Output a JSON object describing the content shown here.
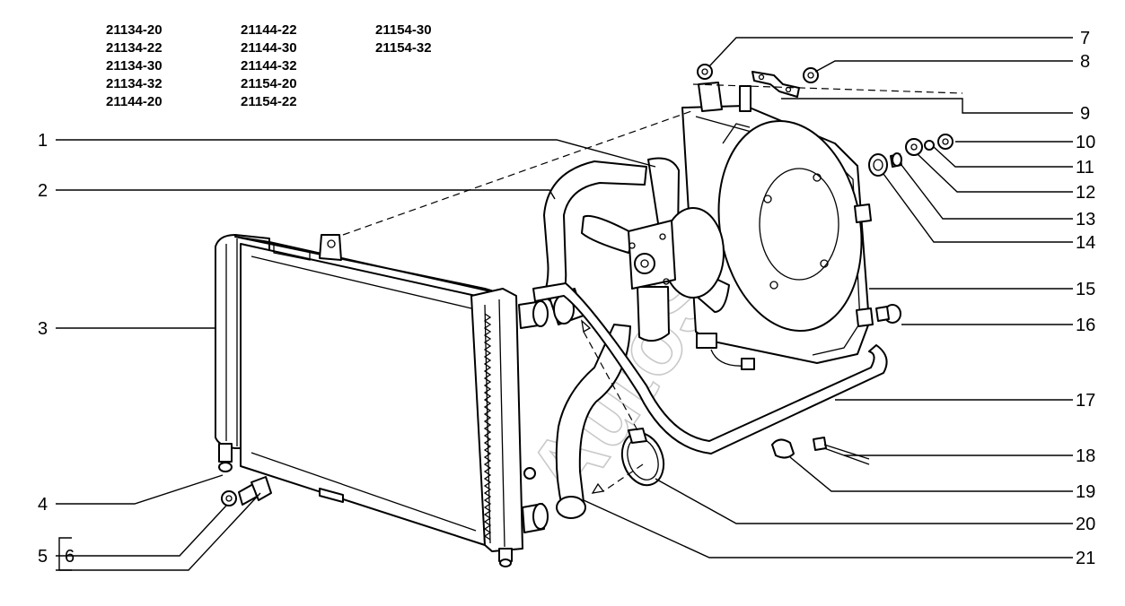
{
  "models": [
    "21134-20",
    "21134-22",
    "21134-30",
    "21134-32",
    "21144-20",
    "21144-22",
    "21144-30",
    "21144-32",
    "21154-20",
    "21154-22",
    "21154-30",
    "21154-32"
  ],
  "callouts": {
    "c1": "1",
    "c2": "2",
    "c3": "3",
    "c4": "4",
    "c5": "5",
    "c6": "6",
    "c7": "7",
    "c8": "8",
    "c9": "9",
    "c10": "10",
    "c11": "11",
    "c12": "12",
    "c13": "13",
    "c14": "14",
    "c15": "15",
    "c16": "16",
    "c17": "17",
    "c18": "18",
    "c19": "19",
    "c20": "20",
    "c21": "21"
  },
  "watermark": "AutoSoft"
}
